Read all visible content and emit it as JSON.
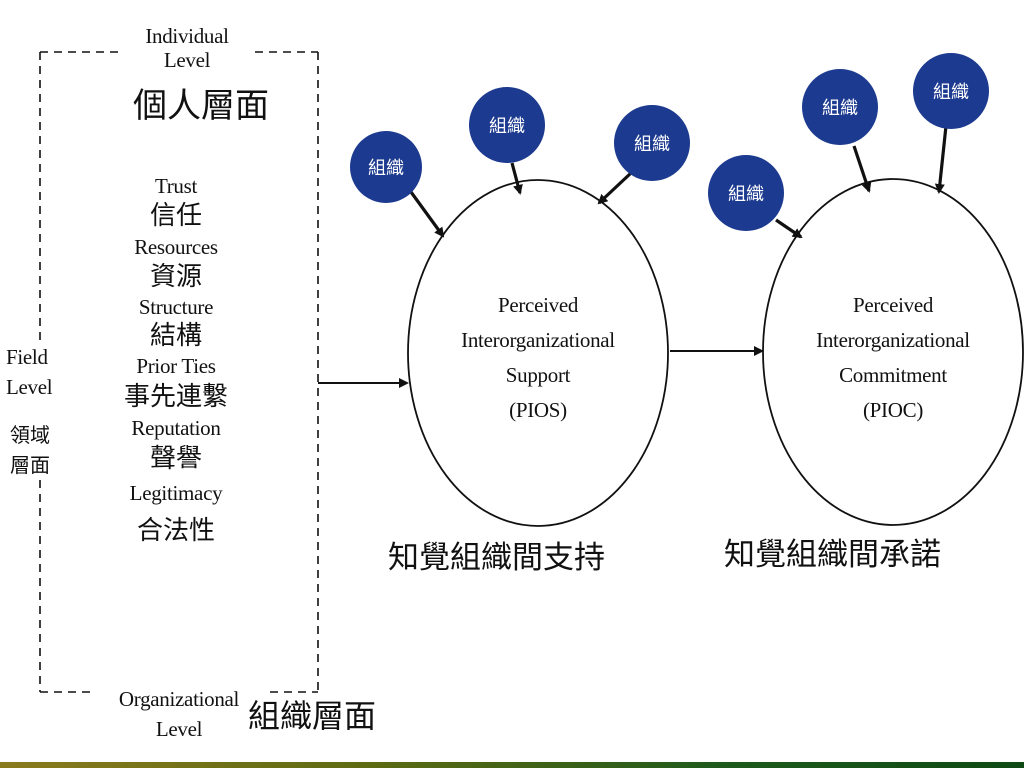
{
  "individual_level": {
    "en_line1": "Individual",
    "en_line2": "Level",
    "zh": "個人層面"
  },
  "factors": [
    {
      "en": "Trust",
      "zh": "信任"
    },
    {
      "en": "Resources",
      "zh": "資源"
    },
    {
      "en": "Structure",
      "zh": "結構"
    },
    {
      "en": "Prior Ties",
      "zh": "事先連繫"
    },
    {
      "en": "Reputation",
      "zh": "聲譽"
    },
    {
      "en": "Legitimacy",
      "zh": "合法性"
    }
  ],
  "field_level": {
    "en_line1": "Field",
    "en_line2": "Level",
    "zh_line1": "領域",
    "zh_line2": "層面"
  },
  "organizational_level": {
    "en_line1": "Organizational",
    "en_line2": "Level",
    "zh": "組織層面"
  },
  "pios": {
    "line1": "Perceived",
    "line2": "Interorganizational",
    "line3": "Support",
    "line4": "(PIOS)",
    "zh_caption": "知覺組織間支持"
  },
  "pioc": {
    "line1": "Perceived",
    "line2": "Interorganizational",
    "line3": "Commitment",
    "line4": "(PIOC)",
    "zh_caption": "知覺組織間承諾"
  },
  "org_bubbles": [
    "組織",
    "組織",
    "組織",
    "組織",
    "組織",
    "組織"
  ],
  "colors": {
    "bubble": "#1c3a8f",
    "line": "#111111",
    "footer_start": "#8a7a1e",
    "footer_end": "#0f4a14"
  }
}
